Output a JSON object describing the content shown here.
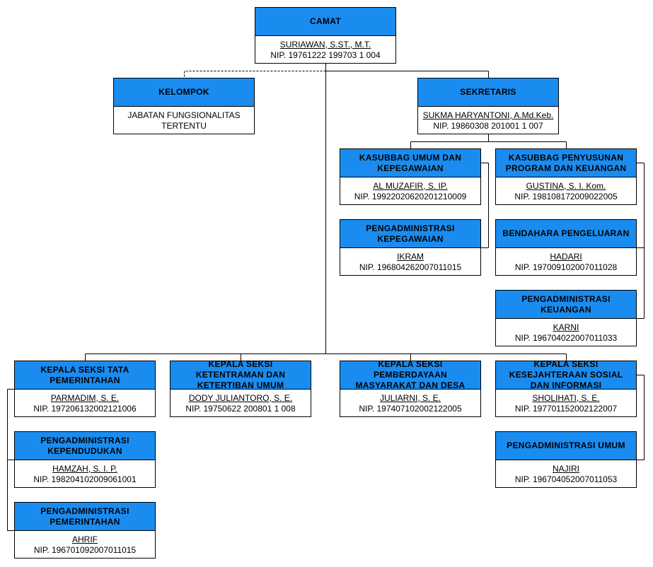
{
  "camat": {
    "title": "CAMAT",
    "name": "SURIAWAN, S.ST., M.T.",
    "nip": "NIP. 19761222 199703 1 004"
  },
  "kelompok": {
    "title": "KELOMPOK",
    "line1": "JABATAN FUNGSIONALITAS",
    "line2": "TERTENTU"
  },
  "sekretaris": {
    "title": "SEKRETARIS",
    "name": "SUKMA HARYANTONI, A.Md.Keb.",
    "nip": "NIP. 19860308 201001 1 007"
  },
  "kasubbag_umum": {
    "title": "KASUBBAG UMUM DAN KEPEGAWAIAN",
    "name": "AL MUZAFIR, S. IP.",
    "nip": "NIP. 19922020620201210009"
  },
  "kasubbag_program": {
    "title": "KASUBBAG PENYUSUNAN PROGRAM DAN KEUANGAN",
    "name": "GUSTINA, S. I. Kom.",
    "nip": "NIP. 198108172009022005"
  },
  "pengadm_kepegawaian": {
    "title": "PENGADMINISTRASI KEPEGAWAIAN",
    "name": "IKRAM",
    "nip": "NIP. 196804262007011015"
  },
  "bendahara": {
    "title": "BENDAHARA PENGELUARAN",
    "name": "HADARI",
    "nip": "NIP. 197009102007011028"
  },
  "pengadm_keuangan": {
    "title": "PENGADMINISTRASI KEUANGAN",
    "name": "KARNI",
    "nip": "NIP. 196704022007011033"
  },
  "kasi_pemerintahan": {
    "title": "KEPALA SEKSI TATA PEMERINTAHAN",
    "name": "PARMADIM, S. E.",
    "nip": "NIP. 197206132002121006"
  },
  "kasi_trantib": {
    "title": "KEPALA SEKSI KETENTRAMAN DAN KETERTIBAN UMUM",
    "name": "DODY JULIANTORO, S. E.",
    "nip": "NIP. 19750622 200801 1 008"
  },
  "kasi_pemberdayaan": {
    "title": "KEPALA SEKSI PEMBERDAYAAN MASYARAKAT DAN DESA",
    "name": "JULIARNI, S. E.",
    "nip": "NIP. 197407102002122005"
  },
  "kasi_kesos": {
    "title": "KEPALA SEKSI KESEJAHTERAAN SOSIAL DAN INFORMASI",
    "name": "SHOLIHATI, S. E.",
    "nip": "NIP. 197701152002122007"
  },
  "pengadm_kependudukan": {
    "title": "PENGADMINISTRASI KEPENDUDUKAN",
    "name": "HAMZAH, S. I. P.",
    "nip": "NIP. 198204102009061001"
  },
  "pengadm_pemerintahan": {
    "title": "PENGADMINISTRASI PEMERINTAHAN",
    "name": "AHRIF",
    "nip": "NIP. 196701092007011015"
  },
  "pengadm_umum": {
    "title": "PENGADMINISTRASI UMUM",
    "name": "NAJIRI",
    "nip": "NIP. 196704052007011053"
  }
}
